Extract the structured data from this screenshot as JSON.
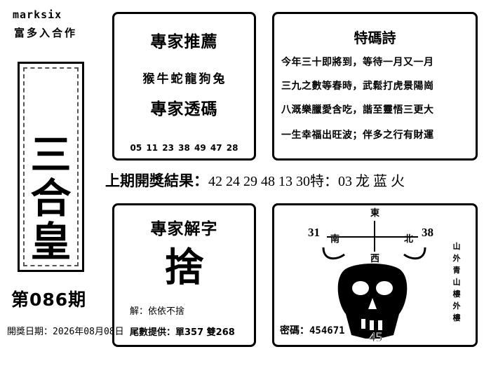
{
  "header": {
    "brand": "marksix",
    "brand_sub": "富多入合作"
  },
  "sidebar": {
    "title_chars": [
      "三",
      "合",
      "皇"
    ],
    "issue": "第086期",
    "draw_date": "開獎日期：2026年08月08日"
  },
  "expert": {
    "title": "專家推薦",
    "zodiac": "猴牛蛇龍狗兔",
    "code_title": "專家透碼",
    "numbers": "05 11 23 38 49 47 28"
  },
  "poem": {
    "title": "特碼詩",
    "lines": [
      "今年三十即將到，等待一月又一月",
      "三九之數等春時，武鬆打虎景陽崗",
      "八溉樂臘愛含吃，諧至靈悟三更大",
      "一生幸福出旺波；伴多之行有財運"
    ]
  },
  "result": {
    "label": "上期開獎結果：",
    "value": "42 24 29 48 13 30特：03 龙 蓝 火"
  },
  "word": {
    "title": "專家解字",
    "char": "捨",
    "hint": "解：依依不捨",
    "tail": "尾數提供：單357 雙268"
  },
  "compass": {
    "east": "東",
    "west": "西",
    "south": "南",
    "north": "北",
    "left_num": "31",
    "right_num": "38",
    "bottom_num": "45",
    "code": "密碼：454671",
    "vertical_chars": [
      "山",
      "外",
      "青",
      "山",
      "樓",
      "外",
      "樓"
    ]
  }
}
